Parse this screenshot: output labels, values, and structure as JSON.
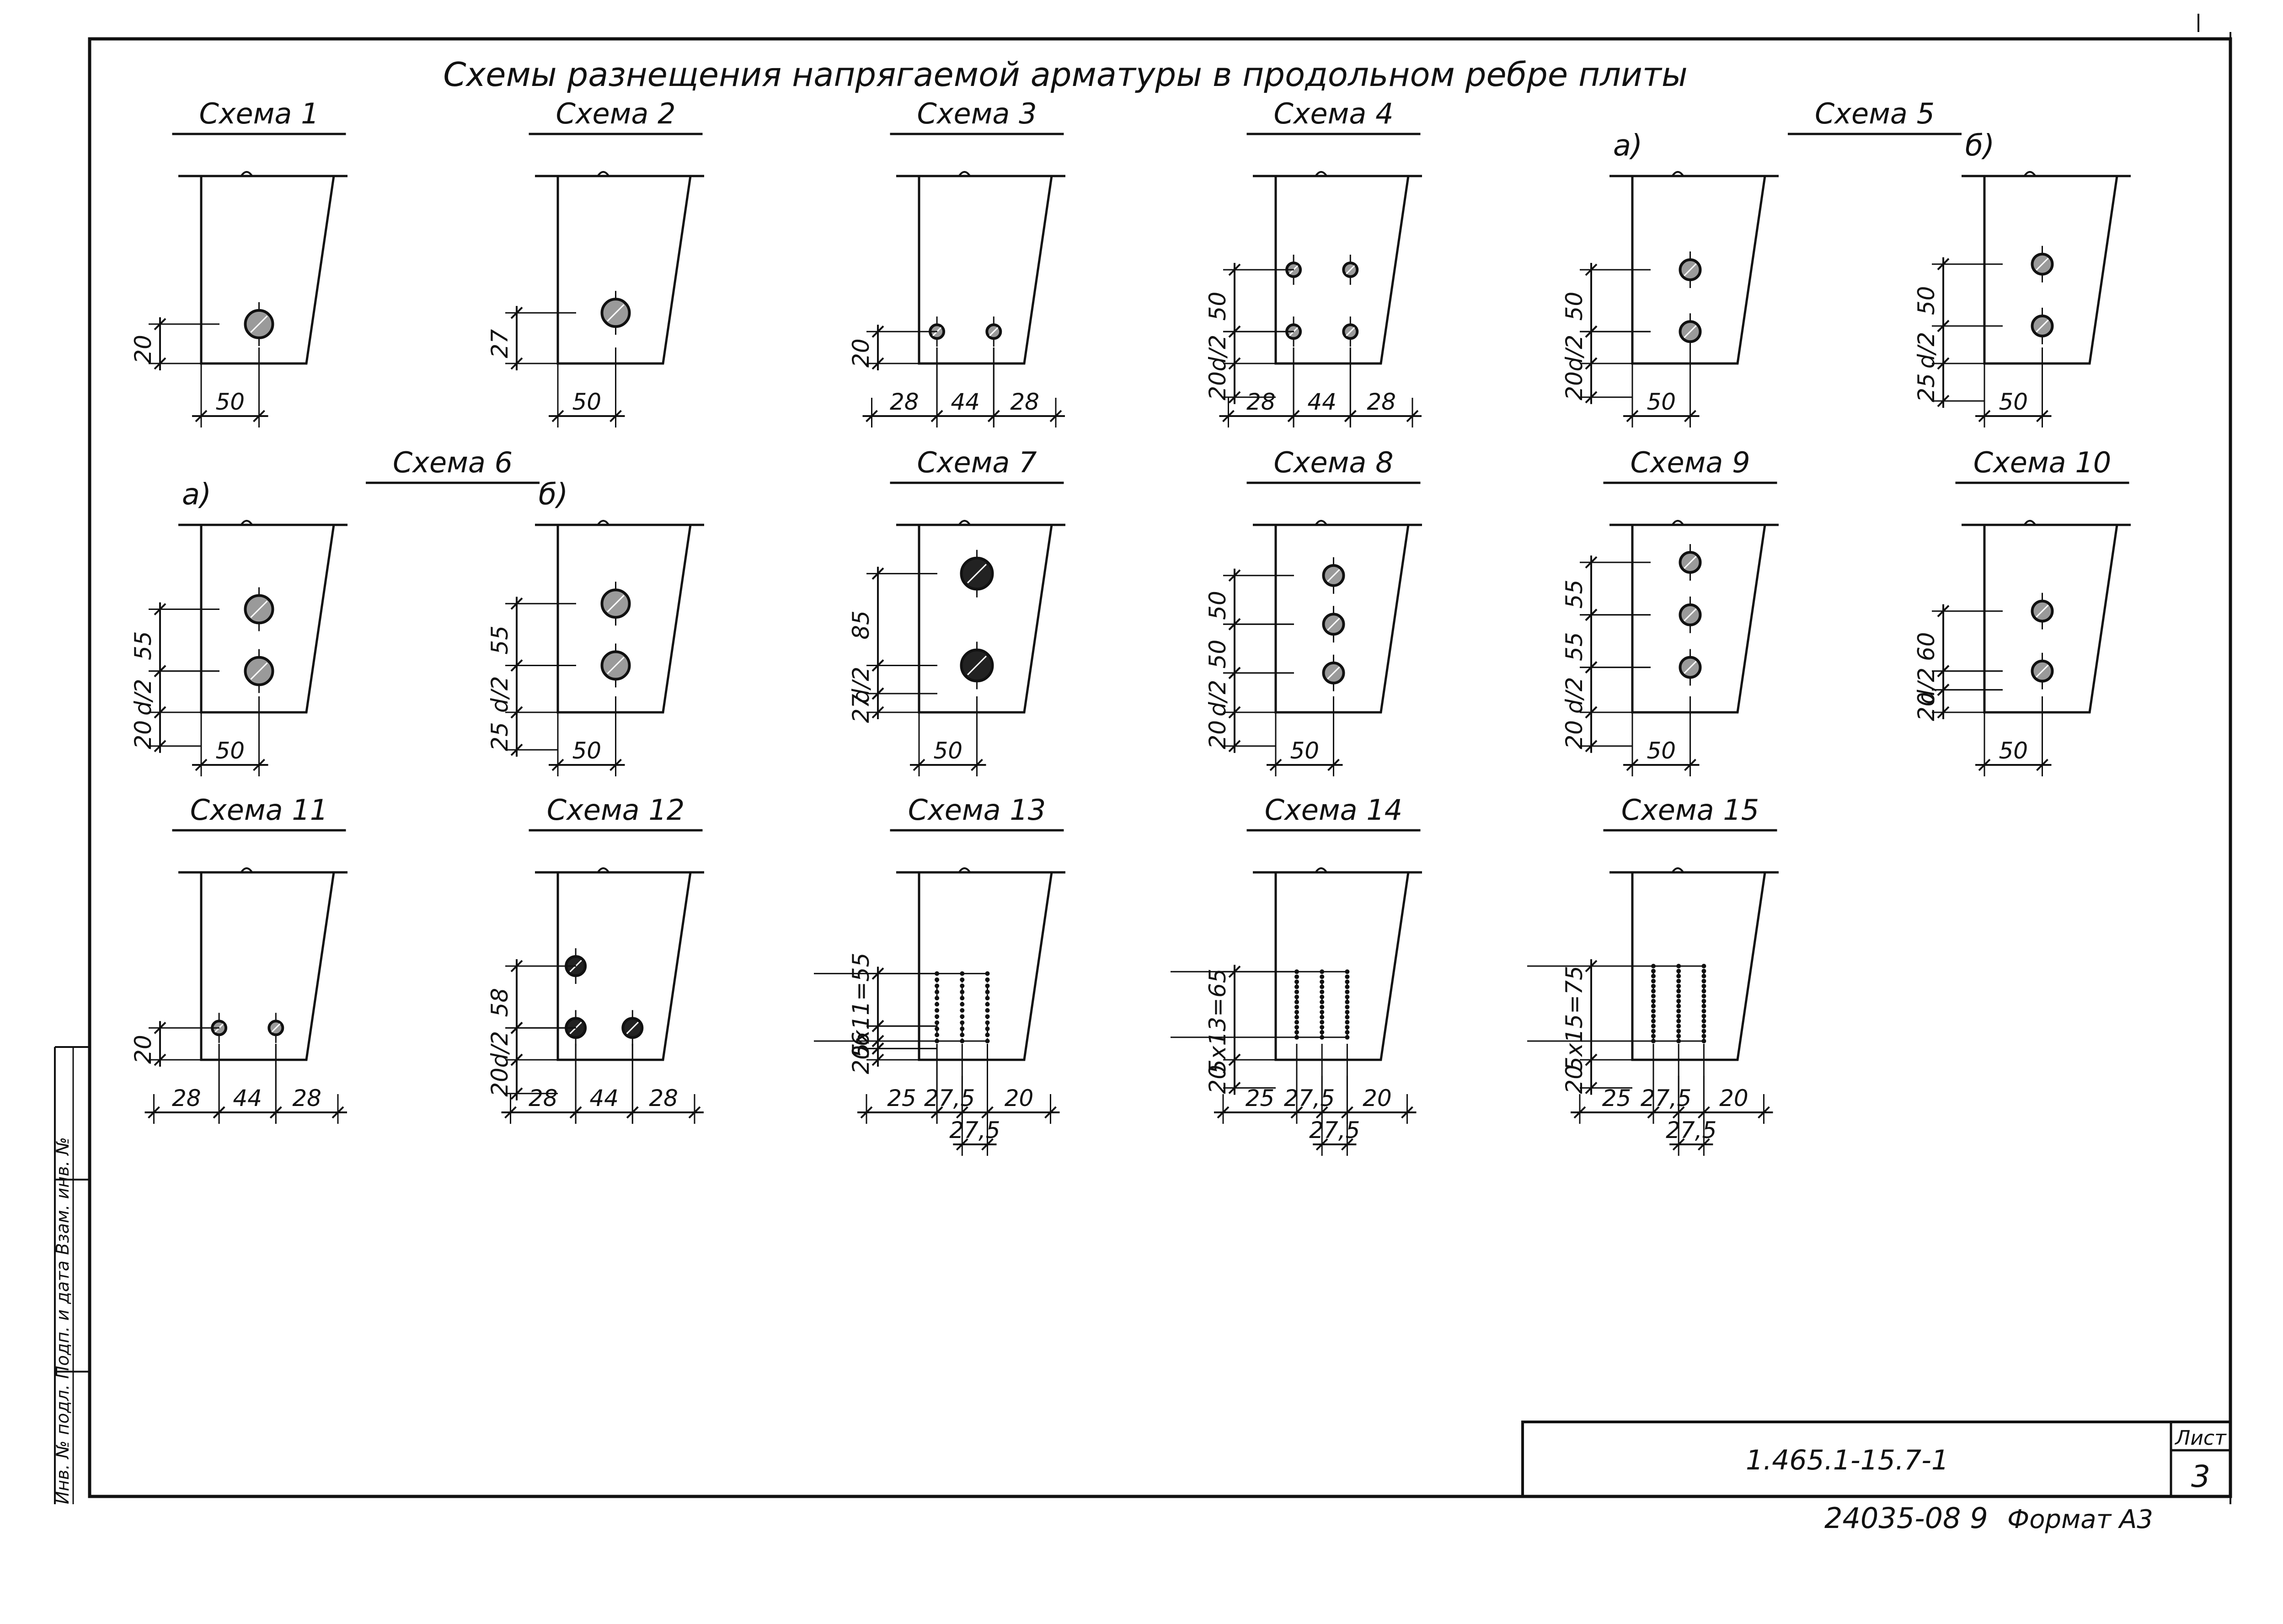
{
  "sheet": {
    "title": "Схемы разнещения напрягаемой арматуры в продольном ребре плиты",
    "doc_code": "1.465.1-15.7-1",
    "sheet_label": "Лист",
    "sheet_number": "3",
    "inventory_number": "24035-08 9",
    "format_label": "Формат А3",
    "side_stamp": "Инв. № подл. Подп. и дата Взам. инв. №"
  },
  "schemes": [
    {
      "id": "s1",
      "title": "Схема 1",
      "bars": [
        [
          0.55,
          0.21,
          "L"
        ]
      ],
      "vdims": [
        {
          "y1": 0.0,
          "y2": 0.21,
          "t": "20"
        }
      ],
      "hdims": [
        {
          "x1": 0.0,
          "x2": 0.55,
          "t": "50"
        }
      ]
    },
    {
      "id": "s2",
      "title": "Схема 2",
      "bars": [
        [
          0.55,
          0.27,
          "L"
        ]
      ],
      "vdims": [
        {
          "y1": 0.0,
          "y2": 0.27,
          "t": "27"
        }
      ],
      "hdims": [
        {
          "x1": 0.0,
          "x2": 0.55,
          "t": "50"
        }
      ]
    },
    {
      "id": "s3",
      "title": "Схема 3",
      "bars": [
        [
          0.17,
          0.17,
          "S"
        ],
        [
          0.71,
          0.17,
          "S"
        ]
      ],
      "vdims": [
        {
          "y1": 0.0,
          "y2": 0.17,
          "t": "20"
        }
      ],
      "hdims": [
        {
          "x1": -0.45,
          "x2": 0.17,
          "t": "28"
        },
        {
          "x1": 0.17,
          "x2": 0.71,
          "t": "44"
        },
        {
          "x1": 0.71,
          "x2": 1.3,
          "t": "28"
        }
      ]
    },
    {
      "id": "s4",
      "title": "Схема 4",
      "bars": [
        [
          0.17,
          0.17,
          "S"
        ],
        [
          0.71,
          0.17,
          "S"
        ],
        [
          0.17,
          0.5,
          "S"
        ],
        [
          0.71,
          0.5,
          "S"
        ]
      ],
      "vdims": [
        {
          "y1": -0.18,
          "y2": 0.0,
          "t": "20"
        },
        {
          "y1": 0.0,
          "y2": 0.17,
          "t": "d/2"
        },
        {
          "y1": 0.17,
          "y2": 0.5,
          "t": "50"
        }
      ],
      "hdims": [
        {
          "x1": -0.45,
          "x2": 0.17,
          "t": "28"
        },
        {
          "x1": 0.17,
          "x2": 0.71,
          "t": "44"
        },
        {
          "x1": 0.71,
          "x2": 1.3,
          "t": "28"
        }
      ]
    },
    {
      "id": "s5a",
      "title": "Схема 5",
      "sub": "а)",
      "bars": [
        [
          0.55,
          0.17,
          "M"
        ],
        [
          0.55,
          0.5,
          "M"
        ]
      ],
      "vdims": [
        {
          "y1": -0.18,
          "y2": 0.0,
          "t": "20"
        },
        {
          "y1": 0.0,
          "y2": 0.17,
          "t": "d/2"
        },
        {
          "y1": 0.17,
          "y2": 0.5,
          "t": "50"
        }
      ],
      "hdims": [
        {
          "x1": 0.0,
          "x2": 0.55,
          "t": "50"
        }
      ]
    },
    {
      "id": "s5b",
      "title": "",
      "sub": "б)",
      "bars": [
        [
          0.55,
          0.2,
          "M"
        ],
        [
          0.55,
          0.53,
          "M"
        ]
      ],
      "vdims": [
        {
          "y1": -0.2,
          "y2": 0.0,
          "t": "25"
        },
        {
          "y1": 0.0,
          "y2": 0.2,
          "t": "d/2"
        },
        {
          "y1": 0.2,
          "y2": 0.53,
          "t": "50"
        }
      ],
      "hdims": [
        {
          "x1": 0.0,
          "x2": 0.55,
          "t": "50"
        }
      ]
    },
    {
      "id": "s6a",
      "title": "Схема 6",
      "sub": "а)",
      "bars": [
        [
          0.55,
          0.22,
          "L"
        ],
        [
          0.55,
          0.55,
          "L"
        ]
      ],
      "vdims": [
        {
          "y1": -0.18,
          "y2": 0.0,
          "t": "20"
        },
        {
          "y1": 0.0,
          "y2": 0.22,
          "t": "d/2"
        },
        {
          "y1": 0.22,
          "y2": 0.55,
          "t": "55"
        }
      ],
      "hdims": [
        {
          "x1": 0.0,
          "x2": 0.55,
          "t": "50"
        }
      ]
    },
    {
      "id": "s6b",
      "title": "",
      "sub": "б)",
      "bars": [
        [
          0.55,
          0.25,
          "L"
        ],
        [
          0.55,
          0.58,
          "L"
        ]
      ],
      "vdims": [
        {
          "y1": -0.2,
          "y2": 0.0,
          "t": "25"
        },
        {
          "y1": 0.0,
          "y2": 0.25,
          "t": "d/2"
        },
        {
          "y1": 0.25,
          "y2": 0.58,
          "t": "55"
        }
      ],
      "hdims": [
        {
          "x1": 0.0,
          "x2": 0.55,
          "t": "50"
        }
      ]
    },
    {
      "id": "s7",
      "title": "Схема 7",
      "bars": [
        [
          0.55,
          0.25,
          "X"
        ],
        [
          0.55,
          0.74,
          "X"
        ]
      ],
      "vdims": [
        {
          "y1": 0.0,
          "y2": 0.1,
          "t": "27"
        },
        {
          "y1": 0.1,
          "y2": 0.25,
          "t": "d/2"
        },
        {
          "y1": 0.25,
          "y2": 0.74,
          "t": "85"
        }
      ],
      "hdims": [
        {
          "x1": 0.0,
          "x2": 0.55,
          "t": "50"
        }
      ]
    },
    {
      "id": "s8",
      "title": "Схема 8",
      "bars": [
        [
          0.55,
          0.21,
          "M"
        ],
        [
          0.55,
          0.47,
          "M"
        ],
        [
          0.55,
          0.73,
          "M"
        ]
      ],
      "vdims": [
        {
          "y1": -0.18,
          "y2": 0.0,
          "t": "20"
        },
        {
          "y1": 0.0,
          "y2": 0.21,
          "t": "d/2"
        },
        {
          "y1": 0.21,
          "y2": 0.47,
          "t": "50"
        },
        {
          "y1": 0.47,
          "y2": 0.73,
          "t": "50"
        }
      ],
      "hdims": [
        {
          "x1": 0.0,
          "x2": 0.55,
          "t": "50"
        }
      ]
    },
    {
      "id": "s9",
      "title": "Схема 9",
      "bars": [
        [
          0.55,
          0.24,
          "M"
        ],
        [
          0.55,
          0.52,
          "M"
        ],
        [
          0.55,
          0.8,
          "M"
        ]
      ],
      "vdims": [
        {
          "y1": -0.18,
          "y2": 0.0,
          "t": "20"
        },
        {
          "y1": 0.0,
          "y2": 0.24,
          "t": "d/2"
        },
        {
          "y1": 0.24,
          "y2": 0.52,
          "t": "55"
        },
        {
          "y1": 0.52,
          "y2": 0.8,
          "t": "55"
        }
      ],
      "hdims": [
        {
          "x1": 0.0,
          "x2": 0.55,
          "t": "50"
        }
      ]
    },
    {
      "id": "s10",
      "title": "Схема 10",
      "bars": [
        [
          0.55,
          0.22,
          "M"
        ],
        [
          0.55,
          0.54,
          "M"
        ]
      ],
      "vdims": [
        {
          "y1": 0.0,
          "y2": 0.12,
          "t": "20"
        },
        {
          "y1": 0.12,
          "y2": 0.22,
          "t": "d/2"
        },
        {
          "y1": 0.22,
          "y2": 0.54,
          "t": "60"
        }
      ],
      "hdims": [
        {
          "x1": 0.0,
          "x2": 0.55,
          "t": "50"
        }
      ]
    },
    {
      "id": "s11",
      "title": "Схема 11",
      "bars": [
        [
          0.17,
          0.17,
          "S"
        ],
        [
          0.71,
          0.17,
          "S"
        ]
      ],
      "vdims": [
        {
          "y1": 0.0,
          "y2": 0.17,
          "t": "20"
        }
      ],
      "hdims": [
        {
          "x1": -0.45,
          "x2": 0.17,
          "t": "28"
        },
        {
          "x1": 0.17,
          "x2": 0.71,
          "t": "44"
        },
        {
          "x1": 0.71,
          "x2": 1.3,
          "t": "28"
        }
      ]
    },
    {
      "id": "s12",
      "title": "Схема 12",
      "bars": [
        [
          0.17,
          0.17,
          "D"
        ],
        [
          0.71,
          0.17,
          "D"
        ],
        [
          0.17,
          0.5,
          "D"
        ]
      ],
      "vdims": [
        {
          "y1": -0.18,
          "y2": 0.0,
          "t": "20"
        },
        {
          "y1": 0.0,
          "y2": 0.17,
          "t": "d/2"
        },
        {
          "y1": 0.17,
          "y2": 0.5,
          "t": "58"
        }
      ],
      "hdims": [
        {
          "x1": -0.45,
          "x2": 0.17,
          "t": "28"
        },
        {
          "x1": 0.17,
          "x2": 0.71,
          "t": "44"
        },
        {
          "x1": 0.71,
          "x2": 1.3,
          "t": "28"
        }
      ]
    },
    {
      "id": "s13",
      "title": "Схема 13",
      "wires": {
        "xs": [
          0.17,
          0.41,
          0.65
        ],
        "n": 12,
        "y0": 0.1,
        "y1": 0.46
      },
      "vdims": [
        {
          "y1": 0.0,
          "y2": 0.06,
          "t": "20"
        },
        {
          "y1": 0.06,
          "y2": 0.1,
          "t": "5"
        },
        {
          "y1": 0.1,
          "y2": 0.18,
          "t": "6"
        },
        {
          "y1": 0.18,
          "y2": 0.46,
          "t": "5x11=55"
        }
      ],
      "hdims": [
        {
          "x1": -0.5,
          "x2": 0.17,
          "t": "25"
        },
        {
          "x1": 0.17,
          "x2": 0.41,
          "t": "27,5"
        },
        {
          "x1": 0.65,
          "x2": 1.25,
          "t": "20"
        }
      ],
      "hdims2": [
        {
          "x1": 0.41,
          "x2": 0.65,
          "t": "27,5"
        }
      ]
    },
    {
      "id": "s14",
      "title": "Схема 14",
      "wires": {
        "xs": [
          0.2,
          0.44,
          0.68
        ],
        "n": 14,
        "y0": 0.12,
        "y1": 0.47
      },
      "vdims": [
        {
          "y1": -0.15,
          "y2": 0.0,
          "t": "20"
        },
        {
          "y1": 0.0,
          "y2": 0.47,
          "t": "5x13=65"
        }
      ],
      "hdims": [
        {
          "x1": -0.5,
          "x2": 0.2,
          "t": "25"
        },
        {
          "x1": 0.2,
          "x2": 0.44,
          "t": "27,5"
        },
        {
          "x1": 0.68,
          "x2": 1.25,
          "t": "20"
        }
      ],
      "hdims2": [
        {
          "x1": 0.44,
          "x2": 0.68,
          "t": "27,5"
        }
      ]
    },
    {
      "id": "s15",
      "title": "Схема 15",
      "wires": {
        "xs": [
          0.2,
          0.44,
          0.68
        ],
        "n": 16,
        "y0": 0.1,
        "y1": 0.5
      },
      "vdims": [
        {
          "y1": -0.15,
          "y2": 0.0,
          "t": "20"
        },
        {
          "y1": 0.0,
          "y2": 0.5,
          "t": "5x15=75"
        }
      ],
      "hdims": [
        {
          "x1": -0.5,
          "x2": 0.2,
          "t": "25"
        },
        {
          "x1": 0.2,
          "x2": 0.44,
          "t": "27,5"
        },
        {
          "x1": 0.68,
          "x2": 1.25,
          "t": "20"
        }
      ],
      "hdims2": [
        {
          "x1": 0.44,
          "x2": 0.68,
          "t": "27,5"
        }
      ]
    }
  ]
}
